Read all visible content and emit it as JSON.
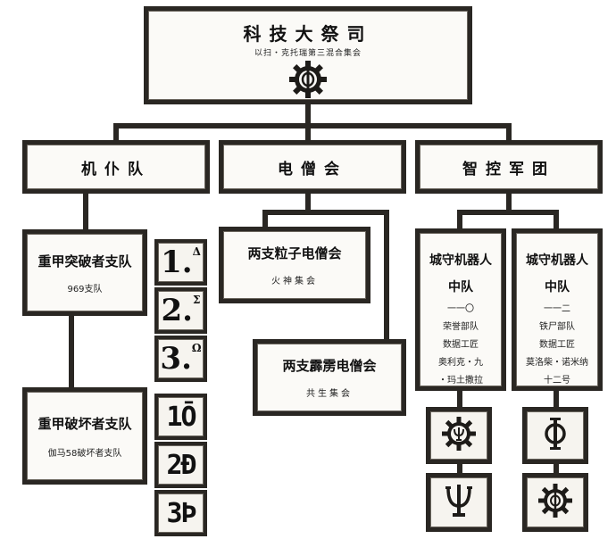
{
  "root": {
    "title": "科技大祭司",
    "subtitle": "以扫・克托瑞第三混合集会",
    "emblem": "cog-mechanicus-icon"
  },
  "divisions": [
    {
      "id": "d1",
      "title": "机仆队"
    },
    {
      "id": "d2",
      "title": "电僧会"
    },
    {
      "id": "d3",
      "title": "智控军团"
    }
  ],
  "units": {
    "heavy_breach": {
      "title": "重甲突破者支队",
      "sub": "969支队"
    },
    "heavy_destroy": {
      "title": "重甲破坏者支队",
      "sub": "伽马58破坏者支队"
    },
    "two_particle": {
      "title": "两支粒子电僧会",
      "sub": "火神集会"
    },
    "two_thunder": {
      "title": "两支霹雳电僧会",
      "sub": "共生集会"
    },
    "robot_a": {
      "title1": "城守机器人",
      "title2": "中队",
      "code": "一一〇",
      "lines": [
        "荣誉部队",
        "数据工匠",
        "奥利克・九",
        "・玛土撒拉"
      ]
    },
    "robot_b": {
      "title1": "城守机器人",
      "title2": "中队",
      "code": "一一二",
      "lines": [
        "铁尸部队",
        "数据工匠",
        "莫洛柴・诺米纳",
        "十二号"
      ]
    }
  },
  "numbers": [
    {
      "n": "1.",
      "s": "Δ"
    },
    {
      "n": "2.",
      "s": "Σ"
    },
    {
      "n": "3.",
      "s": "Ω"
    }
  ],
  "runes": [
    "1Ō",
    "2Ð",
    "3Þ"
  ],
  "icons": [
    "cog-psi-icon",
    "phi-icon",
    "psi-icon",
    "cog-phi-icon"
  ]
}
